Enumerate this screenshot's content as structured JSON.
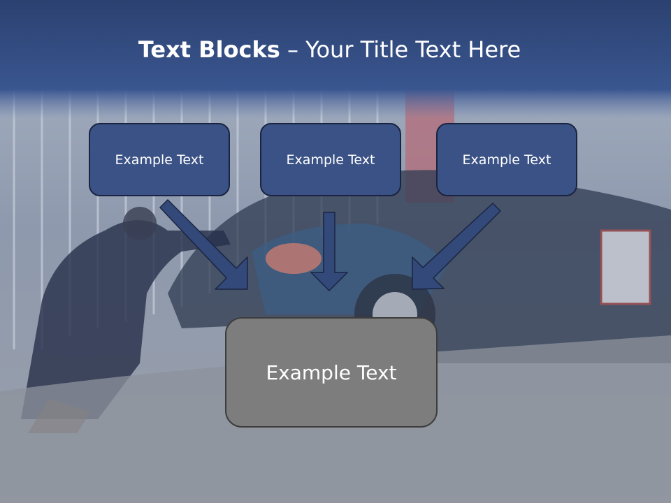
{
  "slide": {
    "title_bold": "Text Blocks",
    "title_rest": " – Your Title Text Here",
    "boxes": [
      "Example Text",
      "Example Text",
      "Example Text"
    ],
    "main_box": "Example Text"
  },
  "colors": {
    "header": "#2e4576",
    "box_fill": "#3b5286",
    "main_fill": "#7d7d7d",
    "arrow": "#33497a"
  }
}
